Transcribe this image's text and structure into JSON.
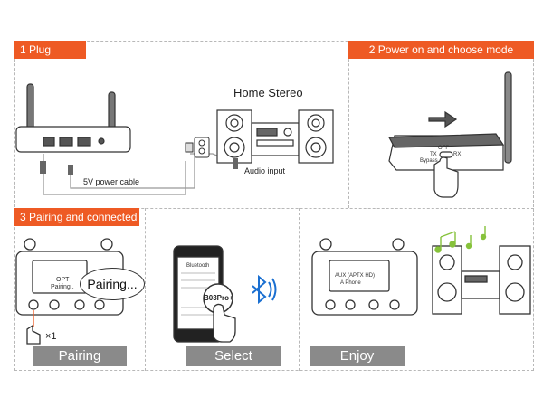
{
  "steps": {
    "plug": "1 Plug",
    "power": "2 Power on and choose mode",
    "pairing": "3 Pairing and connected"
  },
  "plug_panel": {
    "home_stereo": "Home Stereo",
    "cable": "5V power cable",
    "audio_input": "Audio input"
  },
  "mode_switch": {
    "off": "OFF",
    "tx": "TX",
    "rx": "RX",
    "bypass": "Bypass"
  },
  "pairing_panel": {
    "screen_mode": "OPT",
    "screen_status": "Pairing..",
    "bubble": "Pairing...",
    "press_count": "×1",
    "label": "Pairing"
  },
  "select_panel": {
    "phone_title": "Bluetooth",
    "device_name": "B03Pro+",
    "label": "Select"
  },
  "enjoy_panel": {
    "screen_line1": "AUX (APTX HD)",
    "screen_line2": "A Phone",
    "label": "Enjoy"
  },
  "colors": {
    "accent": "#ee5a24",
    "label_bg": "#8a8a8a",
    "bluetooth": "#1a6fd1",
    "notes": "#86c23b"
  },
  "icons": [
    "antenna-icon",
    "arrow-right-icon",
    "hand-pointer-icon",
    "bluetooth-icon",
    "music-note-icon",
    "speaker-icon",
    "power-plug-icon"
  ]
}
